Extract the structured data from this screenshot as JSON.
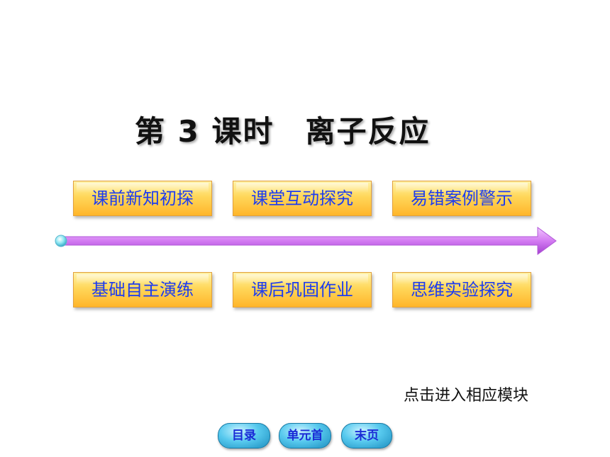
{
  "title": {
    "part1": "第 3 课时",
    "part2": "离子反应"
  },
  "top_buttons": [
    {
      "label": "课前新知初探"
    },
    {
      "label": "课堂互动探究"
    },
    {
      "label": "易错案例警示"
    }
  ],
  "bottom_buttons": [
    {
      "label": "基础自主演练"
    },
    {
      "label": "课后巩固作业"
    },
    {
      "label": "思维实验探究"
    }
  ],
  "hint": "点击进入相应模块",
  "nav": [
    {
      "label": "目录"
    },
    {
      "label": "单元首"
    },
    {
      "label": "末页"
    }
  ],
  "colors": {
    "button_text": "#1c3cf0",
    "button_fill": "#ffd75a",
    "arrow": "#cc66ee",
    "nav_fill": "#57c9ee"
  }
}
